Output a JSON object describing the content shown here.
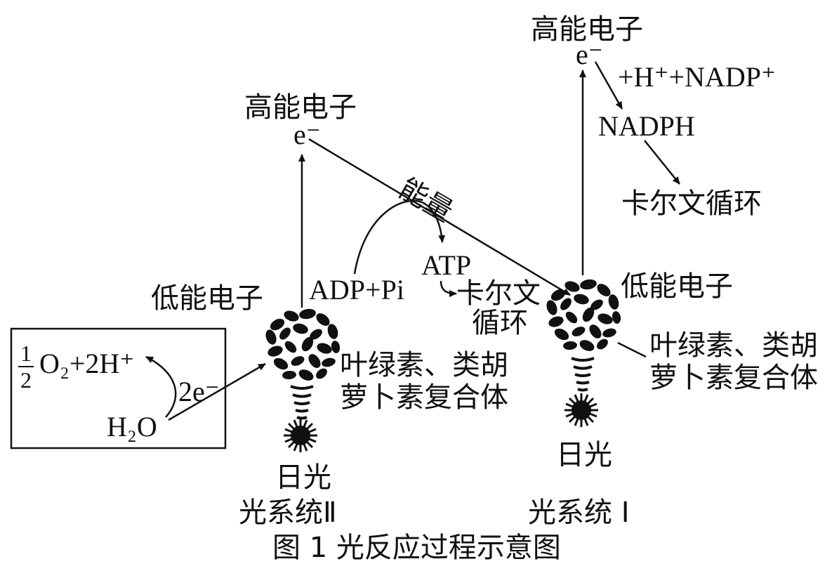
{
  "colors": {
    "ink": "#111111",
    "background": "#ffffff"
  },
  "ps2": {
    "high_energy_label": "高能电子",
    "electron_high": "e⁻",
    "low_energy_label": "低能电子",
    "complex_label_line1": "叶绿素、类胡",
    "complex_label_line2": "萝卜素复合体",
    "sunlight_label": "日光",
    "system_label": "光系统Ⅱ"
  },
  "ps1": {
    "high_energy_label": "高能电子",
    "electron_high": "e⁻",
    "low_energy_label": "低能电子",
    "complex_label_line1": "叶绿素、类胡",
    "complex_label_line2": "萝卜素复合体",
    "sunlight_label": "日光",
    "system_label": "光系统 I"
  },
  "water_box": {
    "fraction_num": "1",
    "fraction_den": "2",
    "oxygen_product": "O₂+2H⁺",
    "electrons": "2e⁻",
    "water": "H₂O"
  },
  "transport": {
    "energy_label": "能量",
    "adp_label": "ADP+Pi",
    "atp_label": "ATP",
    "calvin_line1": "卡尔文",
    "calvin_line2": "循环"
  },
  "nadph_branch": {
    "reactants": "+H⁺+NADP⁺",
    "product": "NADPH",
    "calvin": "卡尔文循环"
  },
  "caption": "图 1  光反应过程示意图"
}
